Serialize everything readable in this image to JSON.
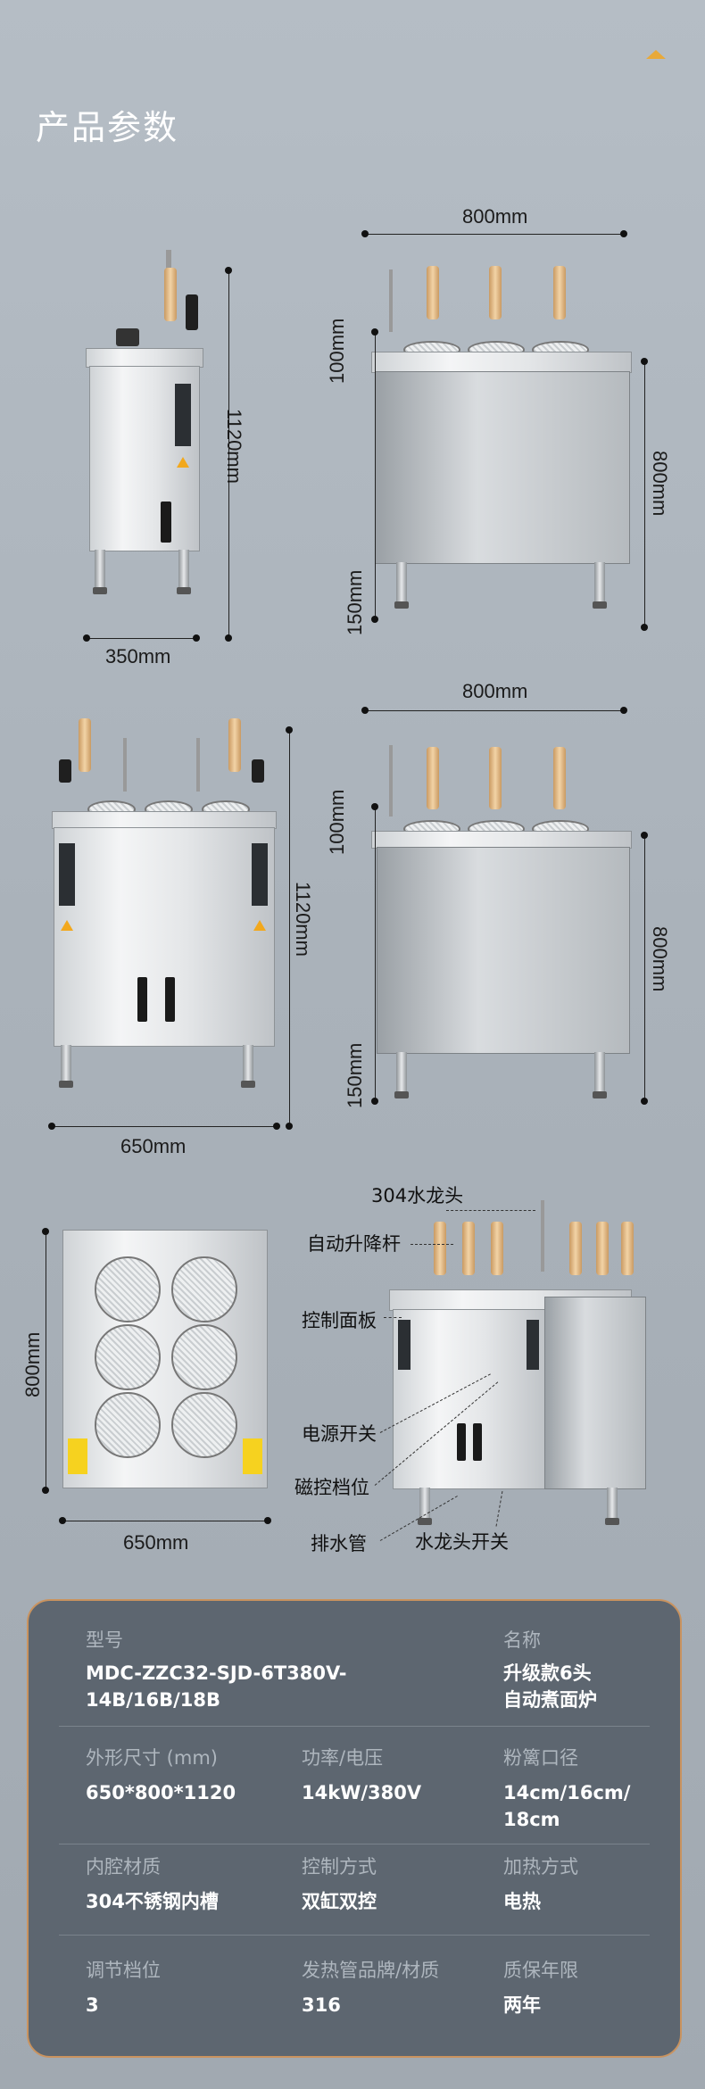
{
  "page": {
    "title": "产品参数"
  },
  "views": {
    "single_front": {
      "height": "1120mm",
      "width": "350mm"
    },
    "single_side": {
      "width": "800mm",
      "top": "100mm",
      "body": "800mm",
      "leg": "150mm"
    },
    "double_front": {
      "height": "1120mm",
      "width": "650mm"
    },
    "double_side": {
      "width": "800mm",
      "top": "100mm",
      "body": "800mm",
      "leg": "150mm"
    },
    "top_view": {
      "depth": "800mm",
      "width": "650mm"
    }
  },
  "callouts": {
    "faucet": "304水龙头",
    "lift_rod": "自动升降杆",
    "control_panel": "控制面板",
    "power_switch": "电源开关",
    "magnetic_gear": "磁控档位",
    "drain_pipe": "排水管",
    "faucet_switch": "水龙头开关"
  },
  "specs": {
    "model_label": "型号",
    "model_value_1": "MDC-ZZC32-SJD-6T380V-",
    "model_value_2": "14B/16B/18B",
    "name_label": "名称",
    "name_value_1": "升级款6头",
    "name_value_2": "自动煮面炉",
    "size_label": "外形尺寸 (mm)",
    "size_value": "650*800*1120",
    "power_label": "功率/电压",
    "power_value": "14kW/380V",
    "basket_label": "粉篱口径",
    "basket_value_1": "14cm/16cm/",
    "basket_value_2": "18cm",
    "cavity_label": "内腔材质",
    "cavity_value": "304不锈钢内槽",
    "control_label": "控制方式",
    "control_value": "双缸双控",
    "heating_label": "加热方式",
    "heating_value": "电热",
    "gear_label": "调节档位",
    "gear_value": "3",
    "tube_label": "发热管品牌/材质",
    "tube_value": "316",
    "warranty_label": "质保年限",
    "warranty_value": "两年"
  }
}
